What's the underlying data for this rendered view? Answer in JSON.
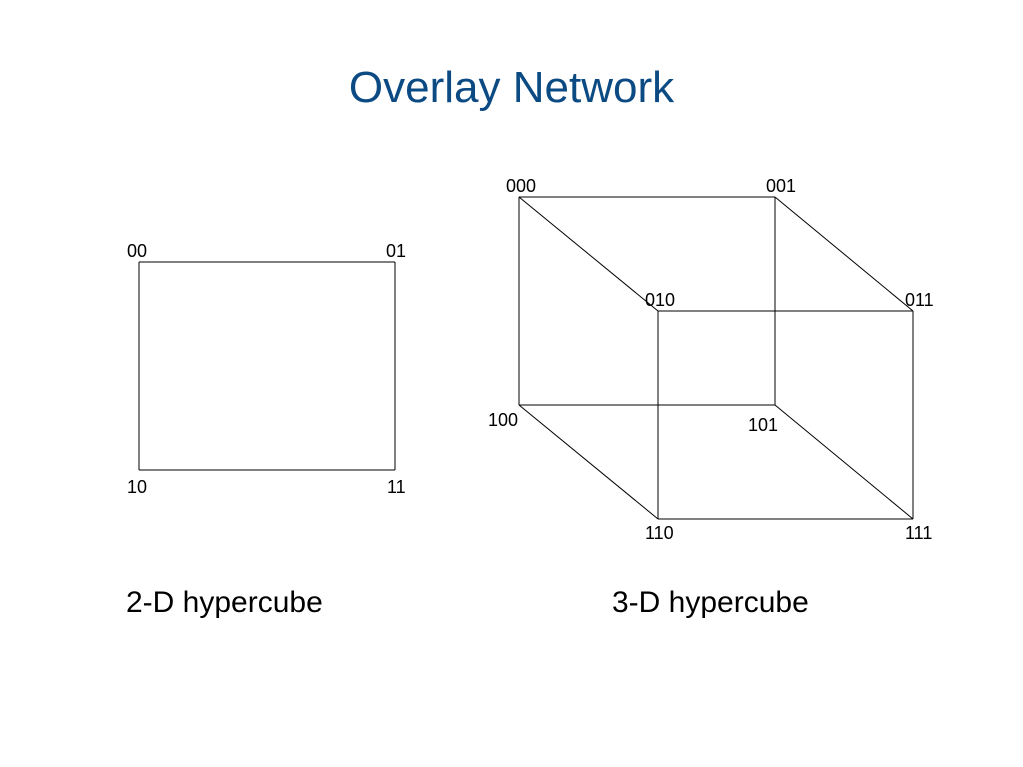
{
  "title": "Overlay Network",
  "colors": {
    "title": "#0b4a82",
    "edge": "#000000",
    "text": "#000000"
  },
  "hypercube_2d": {
    "caption": "2-D hypercube",
    "nodes": {
      "n00": "00",
      "n01": "01",
      "n10": "10",
      "n11": "11"
    },
    "edges": [
      [
        "00",
        "01"
      ],
      [
        "00",
        "10"
      ],
      [
        "01",
        "11"
      ],
      [
        "10",
        "11"
      ]
    ]
  },
  "hypercube_3d": {
    "caption": "3-D hypercube",
    "nodes": {
      "n000": "000",
      "n001": "001",
      "n010": "010",
      "n011": "011",
      "n100": "100",
      "n101": "101",
      "n110": "110",
      "n111": "111"
    },
    "edges": [
      [
        "000",
        "001"
      ],
      [
        "000",
        "010"
      ],
      [
        "000",
        "100"
      ],
      [
        "001",
        "011"
      ],
      [
        "001",
        "101"
      ],
      [
        "010",
        "011"
      ],
      [
        "010",
        "110"
      ],
      [
        "011",
        "111"
      ],
      [
        "100",
        "101"
      ],
      [
        "100",
        "110"
      ],
      [
        "101",
        "111"
      ],
      [
        "110",
        "111"
      ]
    ]
  }
}
